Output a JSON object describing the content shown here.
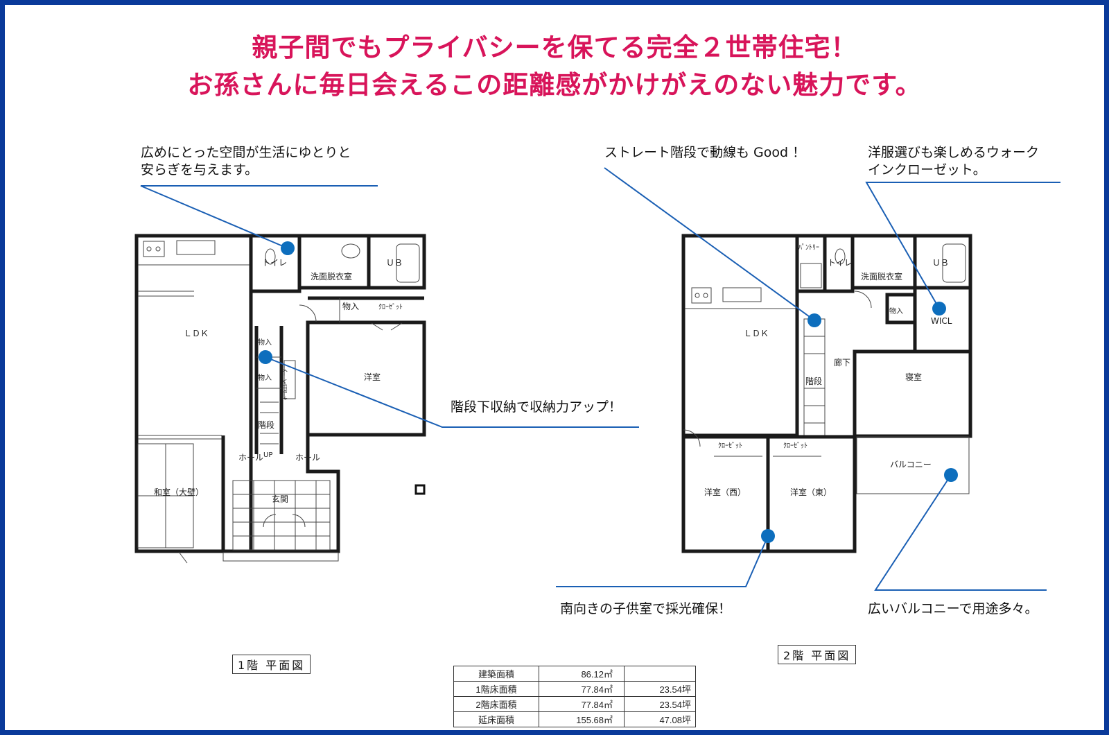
{
  "headline": {
    "line1": "親子間でもプライバシーを保てる完全２世帯住宅！",
    "line2": "お孫さんに毎日会えるこの距離感がかけがえのない魅力です。"
  },
  "callouts": {
    "space_line1": "広めにとった空間が生活にゆとりと",
    "space_line2": "安らぎを与えます。",
    "stairs": "ストレート階段で動線も Good ！",
    "closet_line1": "洋服選びも楽しめるウォーク",
    "closet_line2": "インクローゼット。",
    "storage": "階段下収納で収納力アップ！",
    "south": "南向きの子供室で採光確保！",
    "balcony": "広いバルコニーで用途多々。"
  },
  "floor1": {
    "label": "1階 平面図",
    "rooms": {
      "ldk": "ＬＤＫ",
      "toilet": "トイレ",
      "washroom": "洗面脱衣室",
      "ub": "ＵＢ",
      "storage_a": "物入",
      "closet": "ｸﾛｰｾﾞｯﾄ",
      "storage_b": "物入",
      "storage_c": "物入",
      "western": "洋室",
      "stairs": "階段",
      "hall_left": "ホール",
      "up": "UP",
      "hall_right": "ホール",
      "entrance": "玄関",
      "japanese": "和室（大壁）",
      "home_elevator": "ﾎｰﾑｴﾚﾍﾞｰﾀｰ"
    }
  },
  "floor2": {
    "label": "2階 平面図",
    "rooms": {
      "pantry": "ﾊﾟﾝﾄﾘｰ",
      "toilet": "トイレ",
      "washroom": "洗面脱衣室",
      "ub": "ＵＢ",
      "storage": "物入",
      "wicl": "WICL",
      "ldk": "ＬＤＫ",
      "corridor": "廊下",
      "stairs": "階段",
      "bedroom": "寝室",
      "closet_west": "ｸﾛｰｾﾞｯﾄ",
      "closet_east": "ｸﾛｰｾﾞｯﾄ",
      "balcony": "バルコニー",
      "western_west": "洋室（西）",
      "western_east": "洋室（東）"
    }
  },
  "area_table": [
    [
      "建築面積",
      "86.12㎡",
      ""
    ],
    [
      "1階床面積",
      "77.84㎡",
      "23.54坪"
    ],
    [
      "2階床面積",
      "77.84㎡",
      "23.54坪"
    ],
    [
      "延床面積",
      "155.68㎡",
      "47.08坪"
    ]
  ],
  "colors": {
    "headline": "#d8145a",
    "frame": "#0a3a9a",
    "callout_line": "#1a5fb4",
    "marker": "#0d6ebd",
    "wall": "#1a1a1a"
  }
}
